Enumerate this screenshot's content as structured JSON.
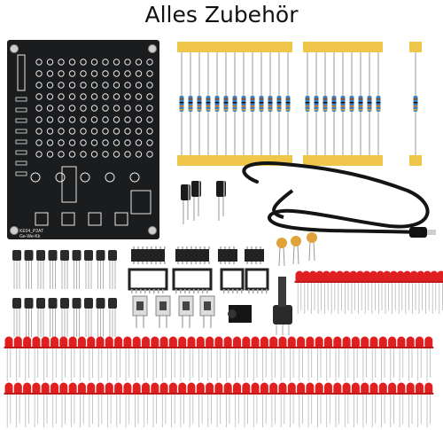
{
  "title": "Alles Zubehör",
  "pcb": {
    "silk_labels": [
      "KE04_P2AT",
      "Ge-We-Kk"
    ]
  },
  "parts": {
    "resistor_strips": 3,
    "resistors_per_strip": [
      13,
      9,
      1
    ],
    "electrolytic_caps": 3,
    "ceramic_caps": 3,
    "transistors_rows": 2,
    "transistors_per_row": 9,
    "ic_chips": 4,
    "ic_sockets": 4,
    "push_buttons": 4,
    "potentiometer": 1,
    "dc_jack": 1,
    "usb_cable": 1,
    "led_rows": 2,
    "leds_per_row": 47,
    "leds_small_row": 22
  },
  "colors": {
    "pcb": "#1b1c1e",
    "silkscreen": "#e8e8e8",
    "paper_strip": "#f0c64a",
    "resistor_body": "#3a7fc4",
    "led_red": "#e02020",
    "cable": "#141414",
    "ceramic_cap": "#e0a23a"
  }
}
